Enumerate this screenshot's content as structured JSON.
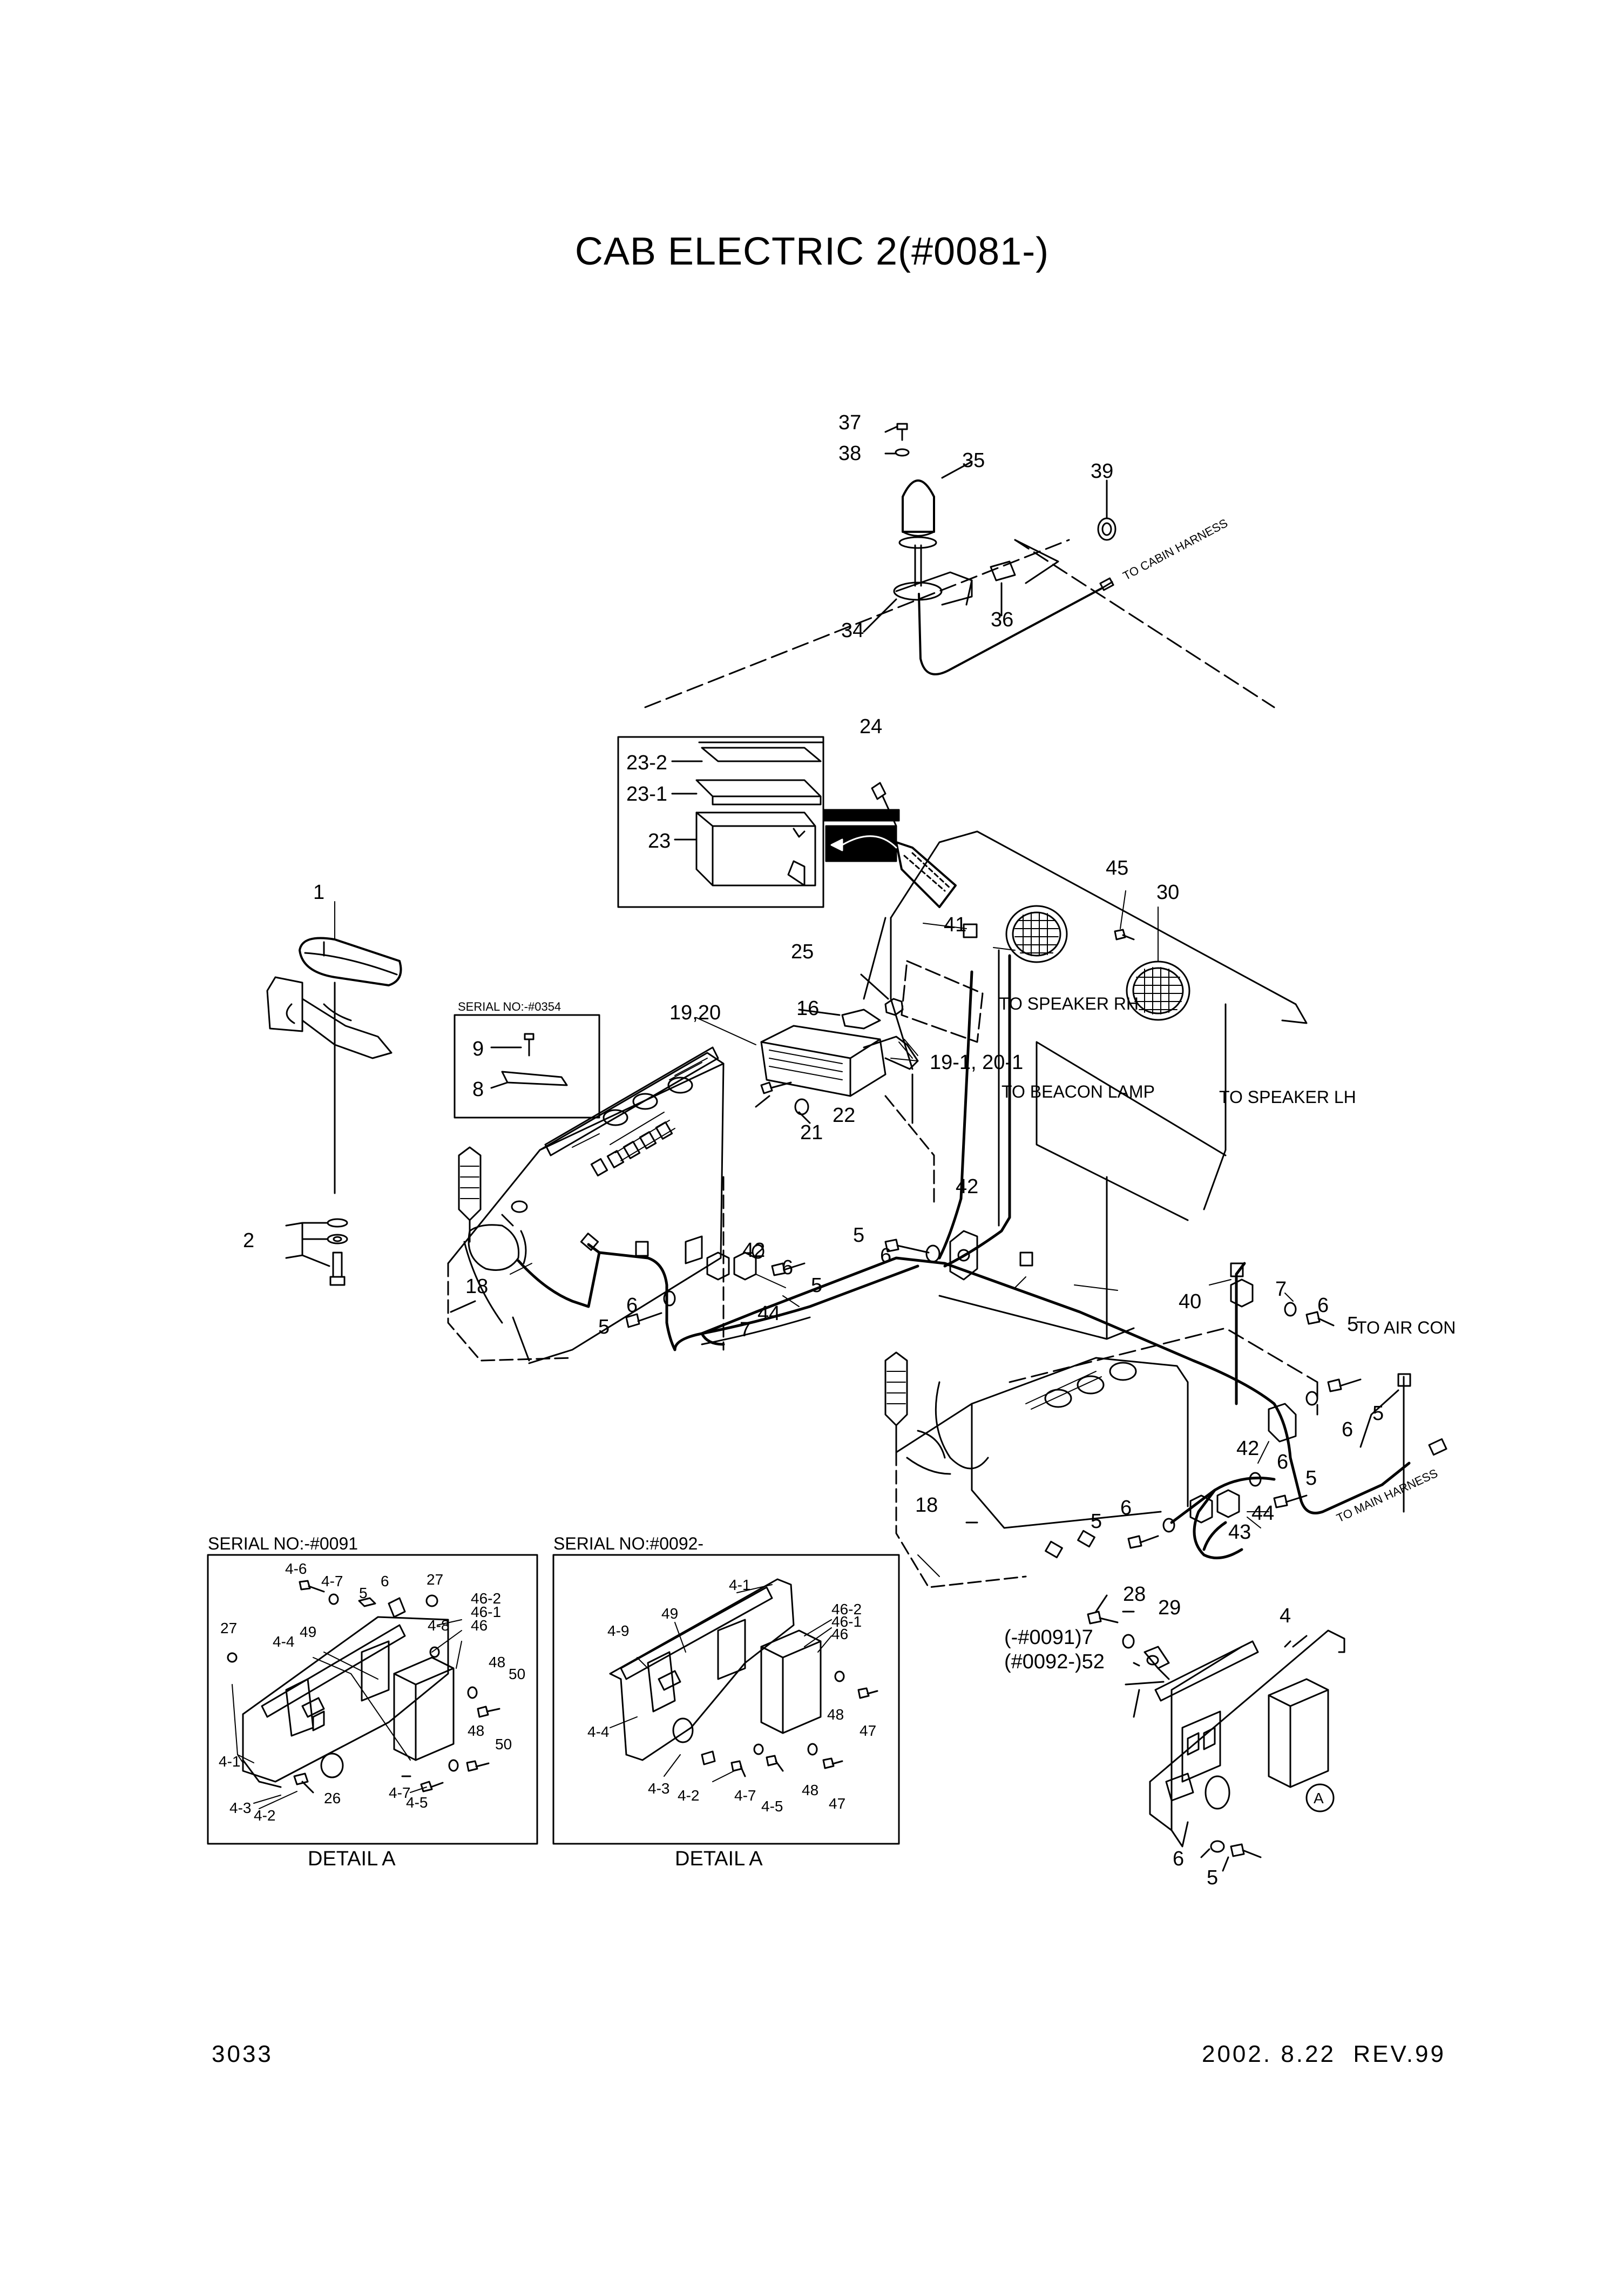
{
  "title": "CAB ELECTRIC 2(#0081-)",
  "page_number": "3033",
  "revision": "2002. 8.22  REV.99",
  "notes": {
    "to_cabin_harness": "TO CABIN HARNESS",
    "to_speaker_rh": "TO SPEAKER RH",
    "to_speaker_lh": "TO SPEAKER LH",
    "to_beacon_lamp": "TO BEACON LAMP",
    "to_air_con": "TO AIR CON",
    "to_main_harness": "TO MAIN HARNESS",
    "serial_0354": "SERIAL NO:-#0354",
    "serial_0091": "SERIAL NO:-#0091",
    "serial_0092": "SERIAL NO:#0092-",
    "alt_7": "(-#0091)7",
    "alt_52": "(#0092-)52",
    "detail_a_left": "DETAIL  A",
    "detail_a_right": "DETAIL  A",
    "circle_a": "A"
  },
  "callouts": {
    "c37": "37",
    "c38": "38",
    "c35": "35",
    "c39": "39",
    "c34": "34",
    "c36": "36",
    "c24": "24",
    "c23_2": "23-2",
    "c23_1": "23-1",
    "c23": "23",
    "c45": "45",
    "c30": "30",
    "c41": "41",
    "c1": "1",
    "c25": "25",
    "c16": "16",
    "c19_20": "19,20",
    "c19_1": "19-1, 20-1",
    "c9": "9",
    "c8": "8",
    "c22": "22",
    "c21": "21",
    "c2": "2",
    "c42a": "42",
    "c5a": "5",
    "c6a": "6",
    "c18a": "18",
    "c42b": "42",
    "c6b": "6",
    "c5b": "5",
    "c44a": "44",
    "c7a": "7",
    "c6c": "6",
    "c5c": "5",
    "c40": "40",
    "c7b": "7",
    "c6d": "6",
    "c5d": "5",
    "c5e": "5",
    "c6e": "6",
    "c42c": "42",
    "c6f": "6",
    "c5f": "5",
    "c44b": "44",
    "c43": "43",
    "c18b": "18",
    "c5g": "5",
    "c6g": "6",
    "c28": "28",
    "c29": "29",
    "c4": "4",
    "c6h": "6",
    "c5h": "5",
    "l4_6": "4-6",
    "l4_7a": "4-7",
    "l5": "5",
    "l6": "6",
    "l27a": "27",
    "l46_2": "46-2",
    "l46_1": "46-1",
    "l46": "46",
    "l27b": "27",
    "l4_4": "4-4",
    "l49": "49",
    "l4_8": "4-8",
    "l48a": "48",
    "l50a": "50",
    "l48b": "48",
    "l50b": "50",
    "l4_1": "4-1",
    "l4_3": "4-3",
    "l4_2": "4-2",
    "l26": "26",
    "l4_7b": "4-7",
    "l4_5": "4-5",
    "r4_1": "4-1",
    "r49": "49",
    "r4_9": "4-9",
    "r46_2": "46-2",
    "r46_1": "46-1",
    "r46": "46",
    "r48a": "48",
    "r47a": "47",
    "r4_4": "4-4",
    "r4_3": "4-3",
    "r4_2": "4-2",
    "r4_7": "4-7",
    "r4_5": "4-5",
    "r48b": "48",
    "r47b": "47"
  }
}
